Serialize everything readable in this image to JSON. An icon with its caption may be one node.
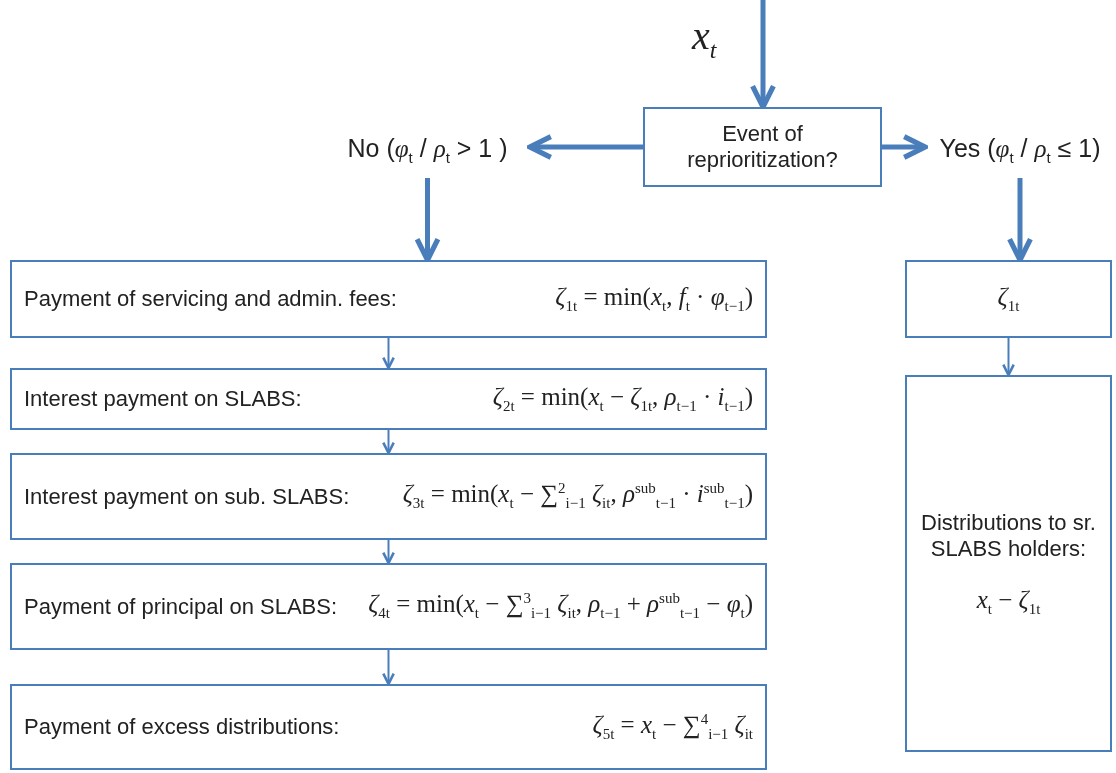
{
  "diagram": {
    "nodes": [
      {
        "text": [
          "Event of reprioritization?"
        ]
      },
      {
        "text": [
          "No (*φ*$_{t}$ / *ρ*$_{t}$ > 1 )"
        ]
      },
      {
        "text": [
          "Yes (*φ*$_{t}$ / *ρ*$_{t}$ ≤ 1)"
        ]
      },
      {
        "text": [
          "Payment of servicing and admin. fees:",
          "*ζ*$_{1t}$ = min(*x*$_{t}$, *f*$_{t}$ · *φ*$_{t−1}$)"
        ]
      },
      {
        "text": [
          "Interest payment on SLABS:",
          "*ζ*$_{2t}$ = min(*x*$_{t}$ − *ζ*$_{1t}$, *ρ*$_{t−1}$ · *i*$_{t−1}$)"
        ]
      },
      {
        "text": [
          "Interest payment on sub. SLABS:",
          "*ζ*$_{3t}$ = min(*x*$_{t}$ − ∑$^{2}$$_{i−1}$ *ζ*$_{it}$, *ρ*$^{sub}$$_{t−1}$ · *i*$^{sub}$$_{t−1}$)"
        ]
      },
      {
        "text": [
          "Payment of principal on SLABS:",
          "*ζ*$_{4t}$ = min(*x*$_{t}$ − ∑$^{3}$$_{i−1}$ *ζ*$_{it}$, *ρ*$_{t−1}$ + *ρ*$^{sub}$$_{t−1}$ − *φ*$_{t}$)"
        ]
      },
      {
        "text": [
          "Payment of excess distributions:",
          "*ζ*$_{5t}$ = *x*$_{t}$ − ∑$^{4}$$_{i−1}$ *ζ*$_{it}$"
        ]
      },
      {
        "text": [
          "*ζ*$_{1t}$"
        ]
      },
      {
        "text": [
          "Distributions to sr. SLABS holders:",
          "*x*$_{t}$ − *ζ*$_{1t}$"
        ]
      }
    ],
    "edges": [
      {
        "from": null,
        "to": 0,
        "arrow": "to",
        "style": "thick"
      },
      {
        "from": 0,
        "to": 1,
        "arrow": "to",
        "style": "thick"
      },
      {
        "from": 0,
        "to": 2,
        "arrow": "to",
        "style": "thick"
      },
      {
        "from": 1,
        "to": 3,
        "arrow": "to",
        "style": "thick"
      },
      {
        "from": 3,
        "to": 4,
        "arrow": "to"
      },
      {
        "from": 4,
        "to": 5,
        "arrow": "to"
      },
      {
        "from": 5,
        "to": 6,
        "arrow": "to"
      },
      {
        "from": 6,
        "to": 7,
        "arrow": "to"
      },
      {
        "from": 2,
        "to": 8,
        "arrow": "to",
        "style": "thick"
      },
      {
        "from": 8,
        "to": 9,
        "arrow": "to"
      }
    ],
    "labels": [
      "*x*$_{t}$"
    ]
  }
}
